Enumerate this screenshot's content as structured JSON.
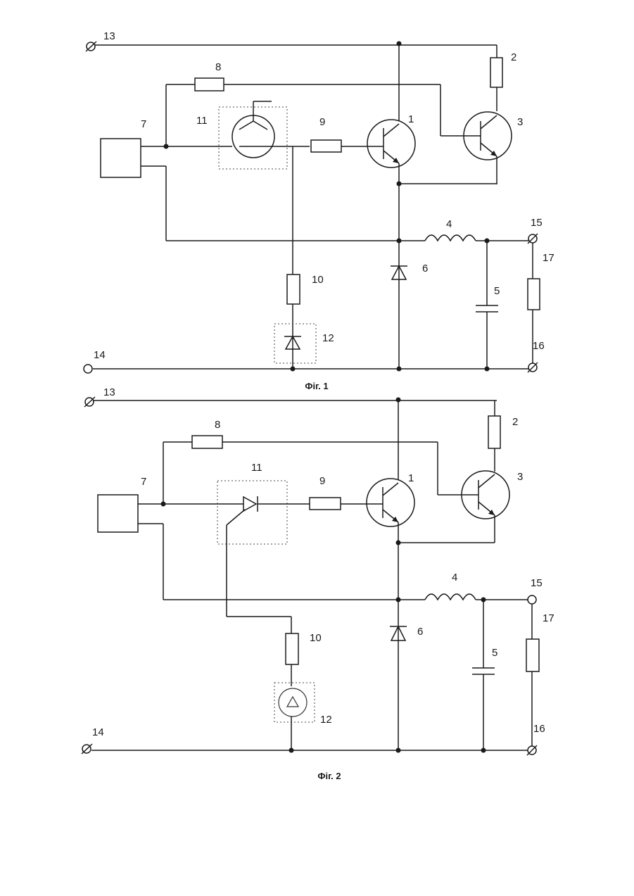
{
  "figures": [
    {
      "caption": "Фіг. 1",
      "labels": {
        "t13": "13",
        "t14": "14",
        "t15": "15",
        "t16": "16",
        "r17": "17",
        "r2": "2",
        "q3": "3",
        "q1": "1",
        "l4": "4",
        "c5": "5",
        "d6": "6",
        "u7": "7",
        "r8": "8",
        "r9": "9",
        "r10": "10",
        "e11": "11",
        "z12": "12"
      }
    },
    {
      "caption": "Фіг. 2",
      "labels": {
        "t13": "13",
        "t14": "14",
        "t15": "15",
        "t16": "16",
        "r17": "17",
        "r2": "2",
        "q3": "3",
        "q1": "1",
        "l4": "4",
        "c5": "5",
        "d6": "6",
        "u7": "7",
        "r8": "8",
        "r9": "9",
        "r10": "10",
        "e11": "11",
        "z12": "12"
      }
    }
  ]
}
